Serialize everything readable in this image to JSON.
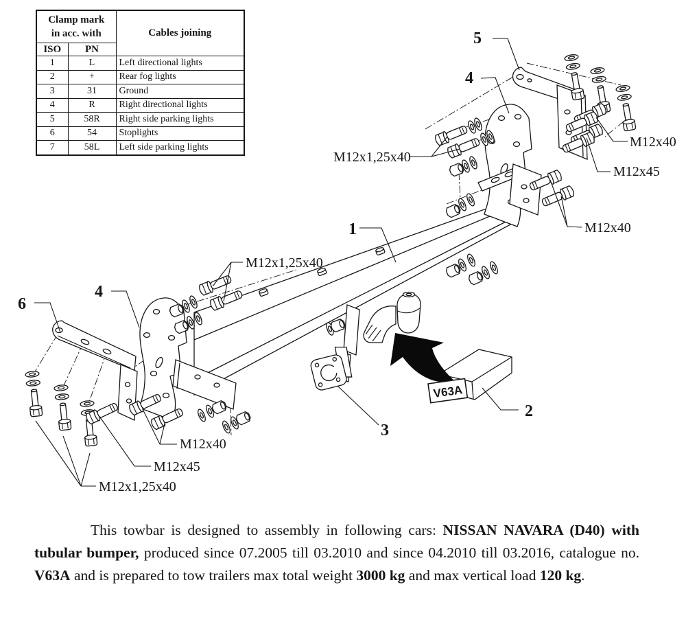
{
  "table": {
    "header": {
      "clamp_mark": "Clamp mark\nin acc. with",
      "iso": "ISO",
      "pn": "PN",
      "cables_joining": "Cables joining"
    },
    "rows": [
      {
        "iso": "1",
        "pn": "L",
        "cables": "Left directional lights"
      },
      {
        "iso": "2",
        "pn": "+",
        "cables": "Rear fog lights"
      },
      {
        "iso": "3",
        "pn": "31",
        "cables": "Ground"
      },
      {
        "iso": "4",
        "pn": "R",
        "cables": "Right directional lights"
      },
      {
        "iso": "5",
        "pn": "58R",
        "cables": "Right side parking lights"
      },
      {
        "iso": "6",
        "pn": "54",
        "cables": "Stoplights"
      },
      {
        "iso": "7",
        "pn": "58L",
        "cables": "Left side parking lights"
      }
    ]
  },
  "diagram": {
    "part_labels": {
      "p1": "1",
      "p2": "2",
      "p3": "3",
      "p4": "4",
      "p5": "5",
      "p6": "6"
    },
    "fastener_labels": {
      "m12x40": "M12x40",
      "m12x45": "M12x45",
      "m12x125x40": "M12x1,25x40"
    },
    "catalogue_plate": "V63A"
  },
  "description": {
    "segments": [
      {
        "text": "This towbar is designed to assembly in following cars: ",
        "bold": false
      },
      {
        "text": "NISSAN NAVARA (D40) with tubular bumper,",
        "bold": true
      },
      {
        "text": " produced since 07.2005 till 03.2010 and since 04.2010 till 03.2016, catalogue no. ",
        "bold": false
      },
      {
        "text": "V63A",
        "bold": true
      },
      {
        "text": " and is prepared to tow trailers max total weight ",
        "bold": false
      },
      {
        "text": "3000 kg",
        "bold": true
      },
      {
        "text": " and max vertical load ",
        "bold": false
      },
      {
        "text": "120 kg",
        "bold": true
      },
      {
        "text": ".",
        "bold": false
      }
    ]
  },
  "colors": {
    "ink": "#161616",
    "paper": "#ffffff"
  }
}
